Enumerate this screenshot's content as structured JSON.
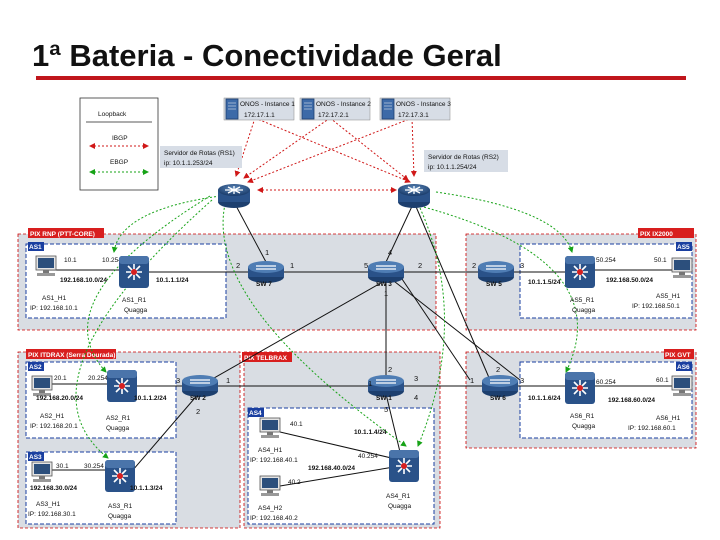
{
  "title": "1ª Bateria - Conectividade Geral",
  "legend": {
    "loopback": "Loopback",
    "ibgp": "IBGP",
    "ebgp": "EBGP"
  },
  "onos": [
    {
      "name": "ONOS - Instance 1",
      "ip": "172.17.1.1"
    },
    {
      "name": "ONOS - Instance 2",
      "ip": "172.17.2.1"
    },
    {
      "name": "ONOS - Instance 3",
      "ip": "172.17.3.1"
    }
  ],
  "route_servers": [
    {
      "name": "Servidor de Rotas (RS1)",
      "ip": "ip: 10.1.1.253/24"
    },
    {
      "name": "Servidor de Rotas (RS2)",
      "ip": "ip: 10.1.1.254/24"
    }
  ],
  "ixp": {
    "ix_top_left": "PIX RNP (PTT-CORE)",
    "ix_top_right": "PIX IX2000",
    "ix_mid_left": "PIX ITDRAX (Serra Dourada)",
    "ix_mid_center": "PIX TELBRAX",
    "ix_mid_right": "PIX GVT"
  },
  "switches": {
    "sw7": "SW 7",
    "sw3": "SW 3",
    "sw5": "SW 5",
    "sw2": "SW 2",
    "sw1": "SW 1",
    "sw6": "SW 6"
  },
  "as_tags": {
    "as1": "AS1",
    "as2": "AS2",
    "as3": "AS3",
    "as4": "AS4",
    "as5": "AS5",
    "as6": "AS6"
  },
  "as1": {
    "h1_ip": "10.1",
    "gw": "10.254",
    "net": "192.168.10.0/24",
    "link": "10.1.1.1/24",
    "host": "AS1_H1",
    "host_ip": "IP: 192.168.10.1",
    "router": "AS1_R1",
    "soft": "Quagga"
  },
  "as5": {
    "h1_ip": "50.1",
    "gw": "50.254",
    "net": "192.168.50.0/24",
    "link": "10.1.1.5/24",
    "host": "AS5_H1",
    "host_ip": "IP: 192.168.50.1",
    "router": "AS5_R1",
    "soft": "Quagga"
  },
  "as2": {
    "h1_ip": "20.1",
    "gw": "20.254",
    "net": "192.168.20.0/24",
    "link": "10.1.1.2/24",
    "host": "AS2_H1",
    "host_ip": "IP: 192.168.20.1",
    "router": "AS2_R1",
    "soft": "Quagga"
  },
  "as3": {
    "h1_ip": "30.1",
    "gw": "30.254",
    "net": "192.168.30.0/24",
    "link": "10.1.1.3/24",
    "host": "AS3_H1",
    "host_ip": "IP: 192.168.30.1",
    "router": "AS3_R1",
    "soft": "Quagga"
  },
  "as4": {
    "h1_ip": "40.1",
    "h2_ip": "40.2",
    "gw": "40.254",
    "net": "192.168.40.0/24",
    "link": "10.1.1.4/24",
    "host1": "AS4_H1",
    "host1_ip": "IP: 192.168.40.1",
    "host2": "AS4_H2",
    "host2_ip": "IP: 192.168.40.2",
    "router": "AS4_R1",
    "soft": "Quagga"
  },
  "as6": {
    "h1_ip": "60.1",
    "gw": "60.254",
    "net": "192.168.60.0/24",
    "link": "10.1.1.6/24",
    "host": "AS6_H1",
    "host_ip": "IP: 192.168.60.1",
    "router": "AS6_R1",
    "soft": "Quagga"
  },
  "ports": {
    "p1": "1",
    "p2": "2",
    "p3": "3",
    "p4": "4",
    "p5": "5"
  }
}
